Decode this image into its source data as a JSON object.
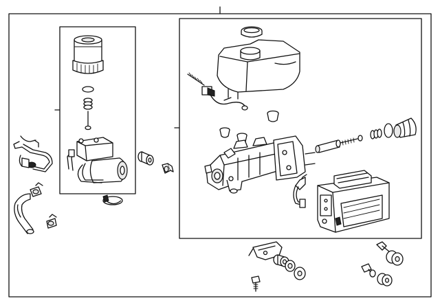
{
  "diagram": {
    "type": "exploded parts diagram",
    "colors": {
      "line": "#111111",
      "background": "#ffffff",
      "shade": "#e9e9e9"
    },
    "groups": [
      {
        "name": "pump-assembly-group",
        "boxed": true
      },
      {
        "name": "master-cylinder-group",
        "boxed": true
      }
    ]
  }
}
